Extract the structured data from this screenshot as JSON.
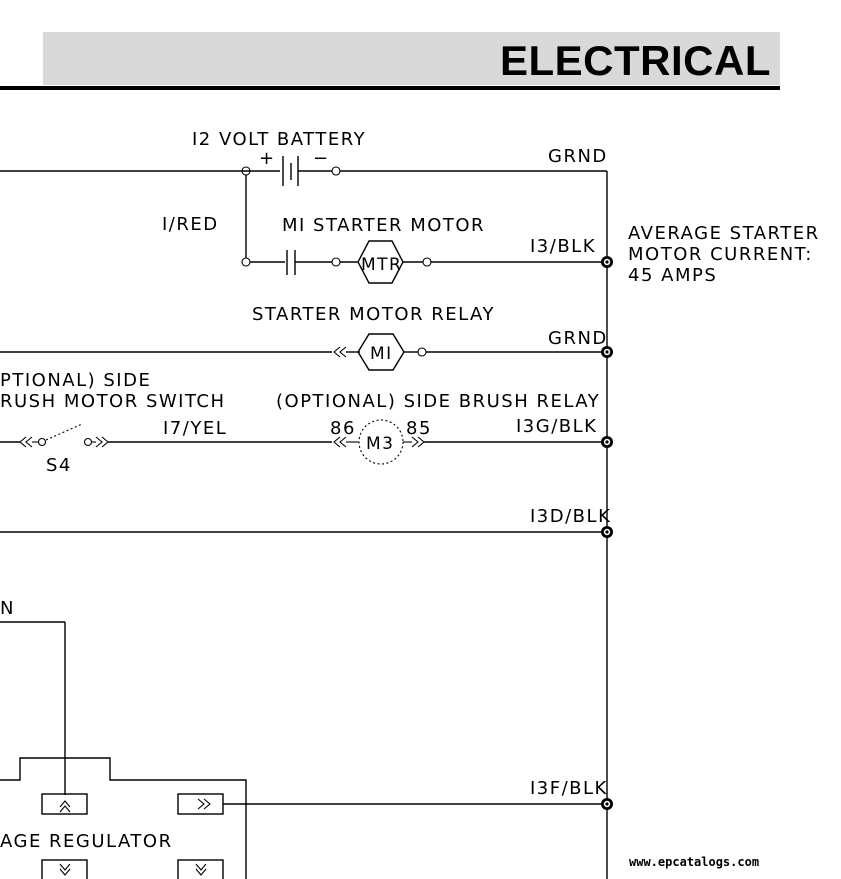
{
  "header": {
    "title": "ELECTRICAL"
  },
  "labels": {
    "battery": "I2 VOLT BATTERY",
    "battery_plus": "+",
    "battery_minus": "−",
    "grnd_top": "GRND",
    "red": "I/RED",
    "starter_motor": "MI STARTER MOTOR",
    "blk13": "I3/BLK",
    "avg_line1": "AVERAGE STARTER",
    "avg_line2": "MOTOR CURRENT:",
    "avg_line3": "45 AMPS",
    "relay_title": "STARTER MOTOR RELAY",
    "grnd_relay": "GRND",
    "opt_side_1": "PTIONAL) SIDE",
    "opt_side_2": "RUSH MOTOR SWITCH",
    "s4": "S4",
    "yel17": "I7/YEL",
    "side_relay": "(OPTIONAL) SIDE BRUSH RELAY",
    "pin86": "86",
    "pin85": "85",
    "blk13g": "I3G/BLK",
    "blk13d": "I3D/BLK",
    "n_label": "N",
    "blk13f": "I3F/BLK",
    "regulator": "AGE REGULATOR"
  },
  "components": {
    "mtr": "MTR",
    "mi": "MI",
    "m3": "M3"
  },
  "footer": {
    "watermark": "www.epcatalogs.com"
  }
}
